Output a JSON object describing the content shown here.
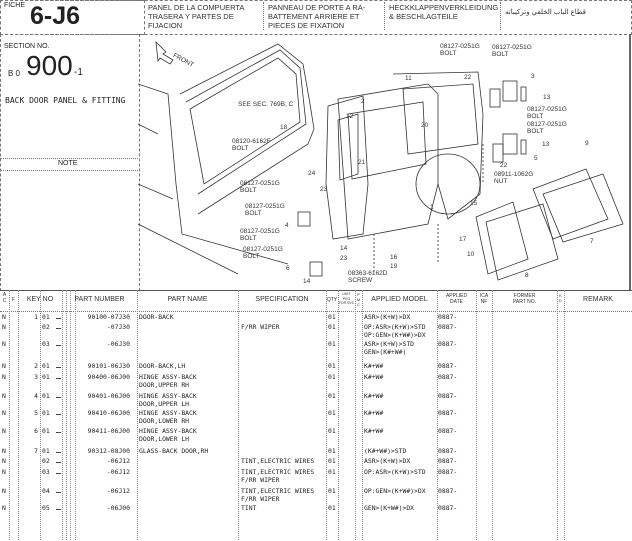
{
  "header": {
    "fiche_label": "FICHE",
    "fiche_number": "6-J6",
    "title_es": "PANEL DE LA COMPUERTA\nTRASERA Y PARTES DE\nFIJACION",
    "title_fr": "PANNEAU DE PORTE A RA-\nBATTEMENT ARRIERE ET\nPIECES DE FIXATION",
    "title_de": "HECKKLAPPENVERKLEIDUNG\n& BESCHLAGTEILE",
    "title_ar": "قطاع الباب الخلفي وتركيباته"
  },
  "section": {
    "label": "SECTION NO.",
    "prefix": "B 0",
    "number": "900",
    "suffix": "-1",
    "name": "BACK DOOR PANEL & FITTING",
    "note_label": "NOTE"
  },
  "diagram": {
    "front": "FRONT",
    "callouts": [
      {
        "id": "see",
        "text": "SEE SEC. 769B, C"
      },
      {
        "id": "b18",
        "text": "08120-6162F\nBOLT"
      },
      {
        "id": "n18",
        "text": "18"
      },
      {
        "id": "b1",
        "text": "08127-0251G\nBOLT"
      },
      {
        "id": "b2",
        "text": "08127-0251G\nBOLT"
      },
      {
        "id": "b3",
        "text": "08127-0251G\nBOLT"
      },
      {
        "id": "b4",
        "text": "08127-0251G\nBOLT"
      },
      {
        "id": "screw",
        "text": "08363-6162D\nSCREW"
      },
      {
        "id": "b5",
        "text": "08127-0251G\nBOLT"
      },
      {
        "id": "b6",
        "text": "08127-0251G\nBOLT"
      },
      {
        "id": "b7",
        "text": "08127-0251G\nBOLT"
      },
      {
        "id": "b8",
        "text": "08127-0251G\nBOLT"
      },
      {
        "id": "nut",
        "text": "08911-1062G\nNUT"
      },
      {
        "id": "n2",
        "text": "2"
      },
      {
        "id": "n12",
        "text": "12"
      },
      {
        "id": "n11",
        "text": "11"
      },
      {
        "id": "n21",
        "text": "21"
      },
      {
        "id": "n20",
        "text": "20"
      },
      {
        "id": "n24",
        "text": "24"
      },
      {
        "id": "n23a",
        "text": "23"
      },
      {
        "id": "n23b",
        "text": "23"
      },
      {
        "id": "n4",
        "text": "4"
      },
      {
        "id": "n6",
        "text": "6"
      },
      {
        "id": "n14a",
        "text": "14"
      },
      {
        "id": "n14b",
        "text": "14"
      },
      {
        "id": "n22a",
        "text": "22"
      },
      {
        "id": "n22b",
        "text": "22"
      },
      {
        "id": "n3",
        "text": "3"
      },
      {
        "id": "n5",
        "text": "5"
      },
      {
        "id": "n13a",
        "text": "13"
      },
      {
        "id": "n13b",
        "text": "13"
      },
      {
        "id": "n1",
        "text": "1"
      },
      {
        "id": "n15",
        "text": "15"
      },
      {
        "id": "n16",
        "text": "16"
      },
      {
        "id": "n17",
        "text": "17"
      },
      {
        "id": "n19",
        "text": "19"
      },
      {
        "id": "n9",
        "text": "9"
      },
      {
        "id": "n10",
        "text": "10"
      },
      {
        "id": "n7",
        "text": "7"
      },
      {
        "id": "n8",
        "text": "8"
      }
    ]
  },
  "table": {
    "headers": {
      "ac": "A\nC",
      "f": "F",
      "key_no": "KEY NO",
      "part_number": "PART NUMBER",
      "part_name": "PART NAME",
      "specification": "SPECIFICATION",
      "qty": "QTY",
      "unit": "UNIT\nPKG\nFOR SVC",
      "pmc": "P\nM\nC",
      "applied_model": "APPLIED MODEL",
      "applied_date": "APPLIED\nDATE",
      "ica": "ICA\nNF",
      "former_part_no": "FORMER\nPART NO.",
      "kd": "K\nD",
      "remark": "REMARK"
    },
    "rows": [
      {
        "ac": "N",
        "ref": "1",
        "sub": "01",
        "part_number": "90100-07J30",
        "part_name": "DOOR-BACK",
        "spec": "",
        "qty": "01",
        "model": "ASR>(K+W)>DX",
        "date": "0887-"
      },
      {
        "ac": "N",
        "ref": "",
        "sub": "02",
        "part_number": "-07J30",
        "part_name": "",
        "spec": "F/RR WIPER",
        "qty": "01",
        "model": "OP:ASR>(K+W)>STD\nOP:GEN>(K+W#)>DX",
        "date": "0887-"
      },
      {
        "ac": "N",
        "ref": "",
        "sub": "03",
        "part_number": "-06J30",
        "part_name": "",
        "spec": "",
        "qty": "01",
        "model": "ASR>(K+W)>STD\nGEN>(K#+W#)",
        "date": "0887-"
      },
      {
        "ac": "N",
        "ref": "2",
        "sub": "01",
        "part_number": "90101-06J30",
        "part_name": "DOOR-BACK,LH",
        "spec": "",
        "qty": "01",
        "model": "K#+W#",
        "date": "0887-"
      },
      {
        "ac": "N",
        "ref": "3",
        "sub": "01",
        "part_number": "90400-06J00",
        "part_name": "HINGE ASSY-BACK\nDOOR,UPPER RH",
        "spec": "",
        "qty": "01",
        "model": "K#+W#",
        "date": "0887-"
      },
      {
        "ac": "N",
        "ref": "4",
        "sub": "01",
        "part_number": "90401-06J00",
        "part_name": "HINGE ASSY-BACK\nDOOR,UPPER LH",
        "spec": "",
        "qty": "01",
        "model": "K#+W#",
        "date": "0887-"
      },
      {
        "ac": "N",
        "ref": "5",
        "sub": "01",
        "part_number": "90410-06J00",
        "part_name": "HINGE ASSY-BACK\nDOOR,LOWER RH",
        "spec": "",
        "qty": "01",
        "model": "K#+W#",
        "date": "0887-"
      },
      {
        "ac": "N",
        "ref": "6",
        "sub": "01",
        "part_number": "90411-06J00",
        "part_name": "HINGE ASSY-BACK\nDOOR,LOWER LH",
        "spec": "",
        "qty": "01",
        "model": "K#+W#",
        "date": "0887-"
      },
      {
        "ac": "N",
        "ref": "7",
        "sub": "01",
        "part_number": "90312-08J00",
        "part_name": "GLASS-BACK DOOR,RH",
        "spec": "",
        "qty": "01",
        "model": "(K#+W#)>STD",
        "date": "0887-"
      },
      {
        "ac": "N",
        "ref": "",
        "sub": "02",
        "part_number": "-06J12",
        "part_name": "",
        "spec": "TINT,ELECTRIC WIRES",
        "qty": "01",
        "model": "ASR>(K+W)>DX",
        "date": "0887-"
      },
      {
        "ac": "N",
        "ref": "",
        "sub": "03",
        "part_number": "-06J12",
        "part_name": "",
        "spec": "TINT,ELECTRIC WIRES\nF/RR WIPER",
        "qty": "01",
        "model": "OP:ASR>(K+W)>STD",
        "date": "0887-"
      },
      {
        "ac": "N",
        "ref": "",
        "sub": "04",
        "part_number": "-06J12",
        "part_name": "",
        "spec": "TINT,ELECTRIC WIRES\nF/RR WIPER",
        "qty": "01",
        "model": "OP:GEN>(K+W#)>DX",
        "date": "0887-"
      },
      {
        "ac": "N",
        "ref": "",
        "sub": "05",
        "part_number": "-06J00",
        "part_name": "",
        "spec": "TINT",
        "qty": "01",
        "model": "GEN>(K+W#)>DX",
        "date": "0887-"
      }
    ]
  }
}
